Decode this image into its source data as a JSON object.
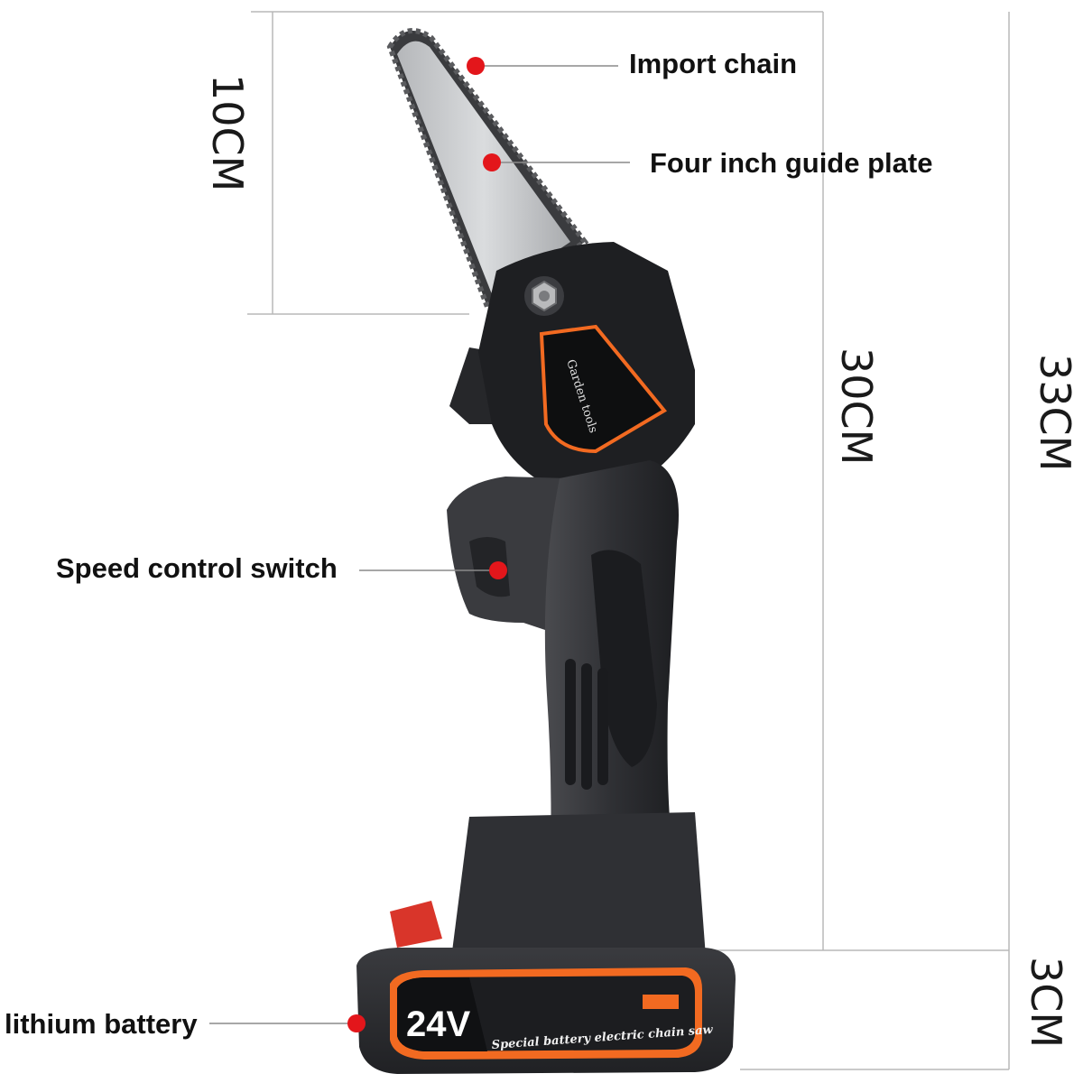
{
  "dimensions": {
    "bar_length": "10CM",
    "tool_height": "30CM",
    "total_height": "33CM",
    "battery_height": "3CM"
  },
  "callouts": {
    "chain": "Import chain",
    "guide_plate": "Four inch guide plate",
    "speed_switch": "Speed control switch",
    "battery": "lithium battery"
  },
  "product": {
    "screen_label": "Garden tools",
    "battery_voltage": "24V",
    "battery_text": "Special battery electric chain saw"
  },
  "colors": {
    "accent_orange": "#f26a21",
    "marker_red": "#e3161b",
    "body_dark": "#2b2c2f",
    "guide_silver": "#c9cbcd"
  }
}
